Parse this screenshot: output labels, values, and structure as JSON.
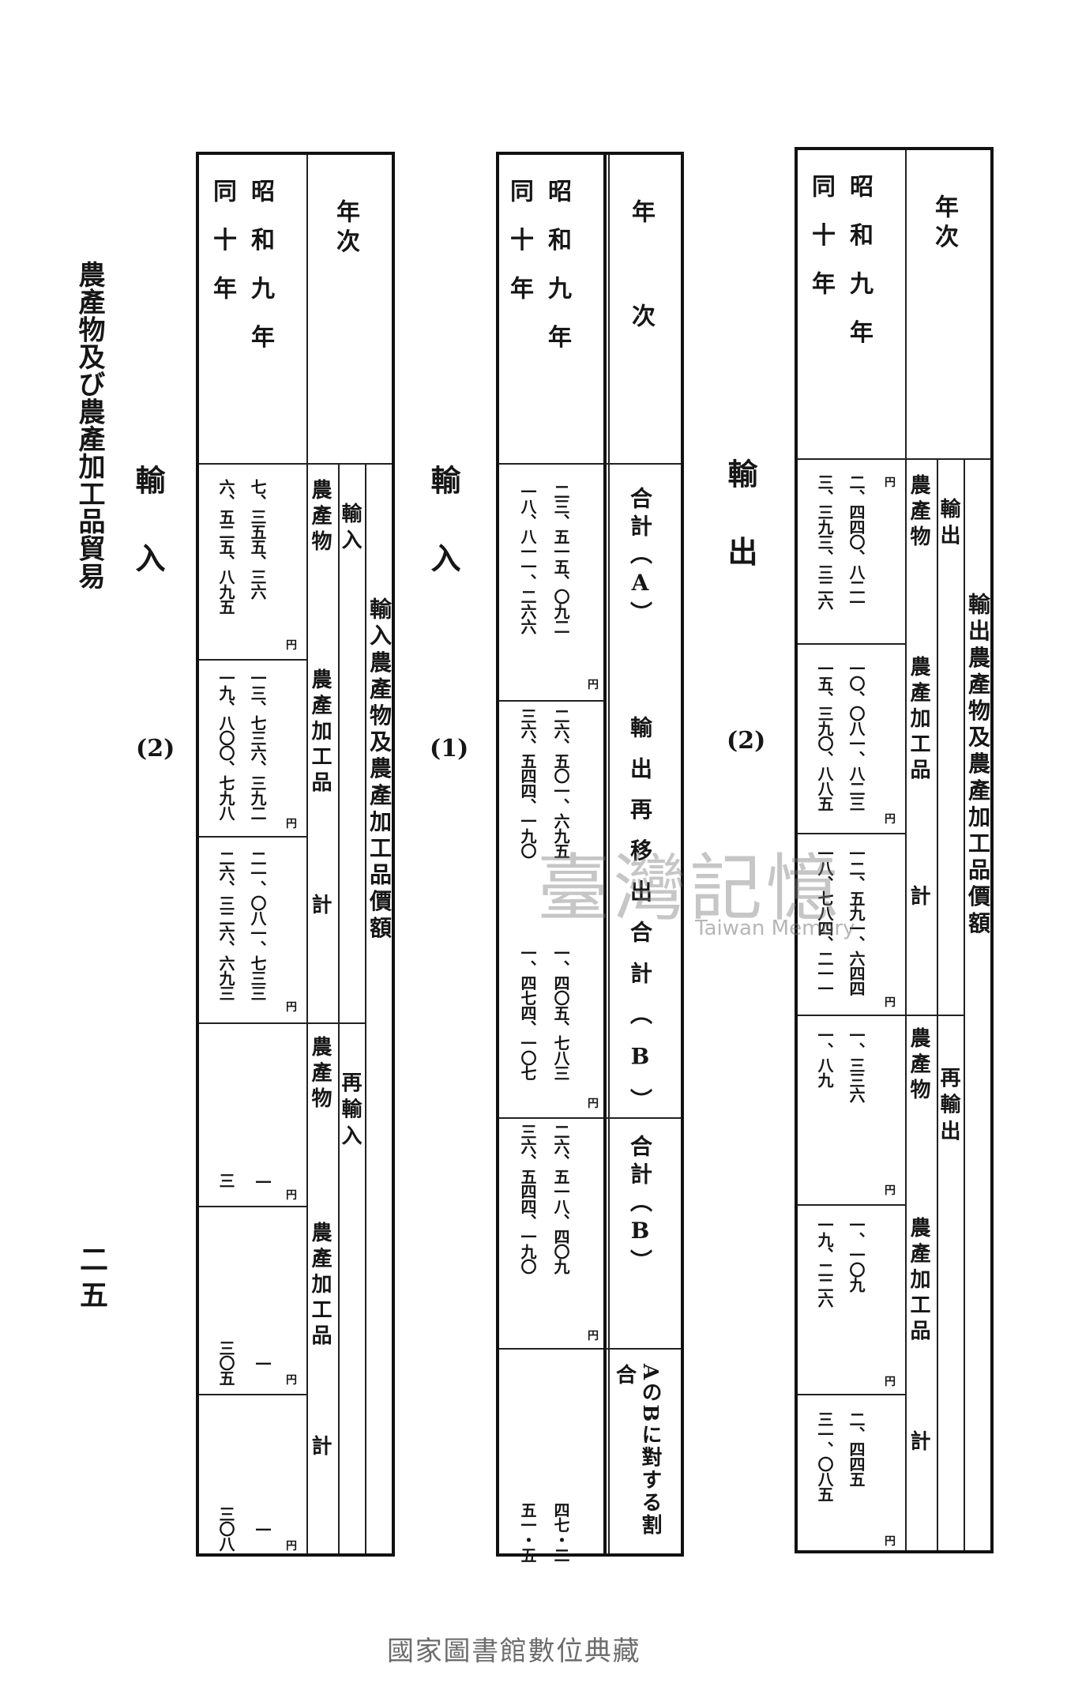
{
  "running_head": "農產物及び農產加工品貿易",
  "page_number": "二五",
  "watermark": "臺灣記憶",
  "watermark_sub": "Taiwan Memory",
  "footer_stamp": "國家圖書館數位典藏",
  "unit": "円",
  "import_table_2": {
    "title": "輸入",
    "subtitle": "(2)",
    "super_header": "輸入農產物及農產加工品價額",
    "year_header": "年次",
    "years": [
      "昭和九年",
      "同十年"
    ],
    "group_headers": [
      "輸入",
      "再輸入"
    ],
    "columns": [
      "農產物",
      "農產加工品",
      "計",
      "農產物",
      "農產加工品",
      "計"
    ],
    "rows": [
      [
        "七、三五五、三六",
        "一三、七三六、三九二",
        "二一、〇八一、七三三",
        "一",
        "一",
        "一"
      ],
      [
        "六、五二五、八九五",
        "一九、八〇〇、七九八",
        "二六、三二六、六九三",
        "三",
        "三〇五",
        "三〇八"
      ]
    ]
  },
  "import_table_1": {
    "title": "輸入",
    "subtitle": "(1)",
    "year_header": "年次",
    "years": [
      "昭和九年",
      "同十年"
    ],
    "columns": [
      "合計（A）",
      "輸出再移出合計（B）",
      "合計（B）",
      "AのBに對する割合"
    ],
    "rows": [
      [
        "二三、五一五、〇九二",
        "二六、五〇一、六九五",
        "一、四〇五、七八三",
        "二六、五一八、四〇九",
        "四七・二"
      ],
      [
        "一八、八一一、二六六",
        "三六、五四四、一九〇",
        "一、四七四、一〇七",
        "三六、五四四、一九〇",
        "五一・五"
      ]
    ]
  },
  "export_table_2": {
    "title": "輸出",
    "subtitle": "(2)",
    "super_header": "輸出農產物及農產加工品價額",
    "year_header": "年次",
    "years": [
      "昭和九年",
      "同十年"
    ],
    "group_headers": [
      "輸出",
      "再輸出"
    ],
    "columns": [
      "農產物",
      "農產加工品",
      "計",
      "農產物",
      "農產加工品",
      "計"
    ],
    "rows": [
      [
        "二、四四〇、八二一",
        "一〇、〇八一、八二三",
        "一二、五九一、六四四",
        "一、三三六",
        "一、一〇九",
        "二、四四五"
      ],
      [
        "三、三九三、三二六",
        "一五、三九〇、八八五",
        "一八、七八四、二一一",
        "一、八九",
        "一九、二二六",
        "三一、〇八五"
      ]
    ]
  }
}
